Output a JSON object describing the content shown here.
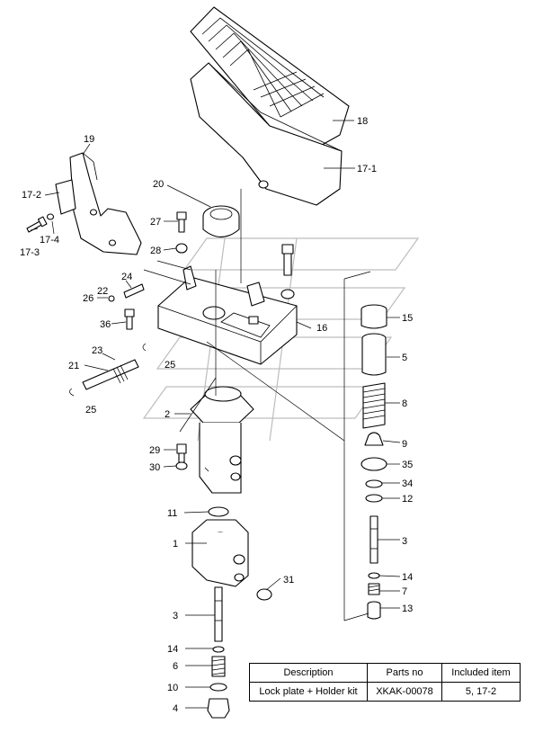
{
  "labels": {
    "l18": "18",
    "l17_1": "17-1",
    "l19": "19",
    "l17_2": "17-2",
    "l17_4": "17-4",
    "l17_3": "17-3",
    "l20": "20",
    "l27": "27",
    "l28": "28",
    "l24": "24",
    "l26": "26",
    "l22": "22",
    "l36": "36",
    "l16": "16",
    "l15": "15",
    "l23": "23",
    "l21": "21",
    "l25a": "25",
    "l25b": "25",
    "l5": "5",
    "l8": "8",
    "l2": "2",
    "l9": "9",
    "l29": "29",
    "l30": "30",
    "l35": "35",
    "l34": "34",
    "l12": "12",
    "l11": "11",
    "l1": "1",
    "l3a": "3",
    "l14a": "14",
    "l31": "31",
    "l7": "7",
    "l13": "13",
    "l3b": "3",
    "l14b": "14",
    "l6": "6",
    "l10": "10",
    "l4": "4"
  },
  "table": {
    "headers": [
      "Description",
      "Parts no",
      "Included item"
    ],
    "rows": [
      [
        "Lock plate + Holder kit",
        "XKAK-00078",
        "5, 17-2"
      ]
    ]
  }
}
